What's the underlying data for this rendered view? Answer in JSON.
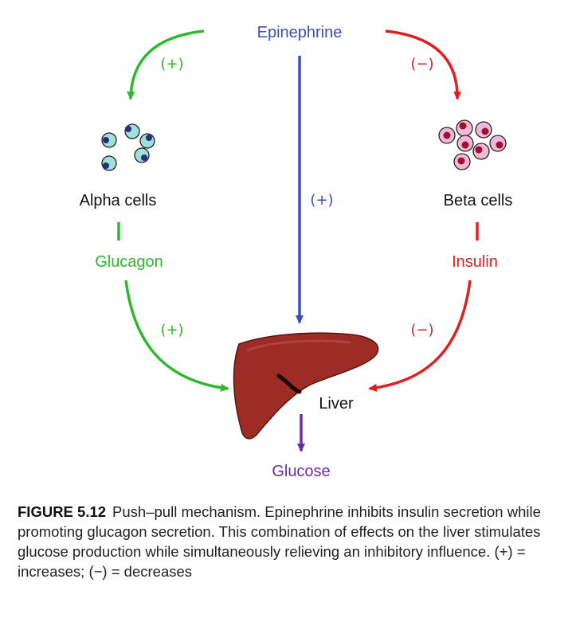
{
  "colors": {
    "epinephrine": "#3b4fb8",
    "glucagon": "#2db82d",
    "insulin": "#e02020",
    "glucose": "#6a2ea0",
    "text": "#111111",
    "alpha_cell": "#9fe0d8",
    "alpha_nucleus": "#26307a",
    "beta_cell": "#f2b8d8",
    "beta_nucleus": "#a0102a",
    "liver": "#9c2c25"
  },
  "labels": {
    "epinephrine": "Epinephrine",
    "alpha_cells": "Alpha cells",
    "beta_cells": "Beta cells",
    "glucagon": "Glucagon",
    "insulin": "Insulin",
    "liver": "Liver",
    "glucose": "Glucose"
  },
  "signs": {
    "epi_to_alpha": "(+)",
    "epi_to_beta": "(−)",
    "epi_to_liver": "(+)",
    "glucagon_to_liver": "(+)",
    "insulin_to_liver": "(−)"
  },
  "caption": {
    "figure_label": "FIGURE 5.12",
    "text": "Push–pull mechanism. Epinephrine inhibits insulin secretion while promoting glucagon secretion. This combination of effects on the liver stimulates glucose production while simultaneously relieving an inhibitory influence. (+) = increases; (−) = decreases"
  }
}
